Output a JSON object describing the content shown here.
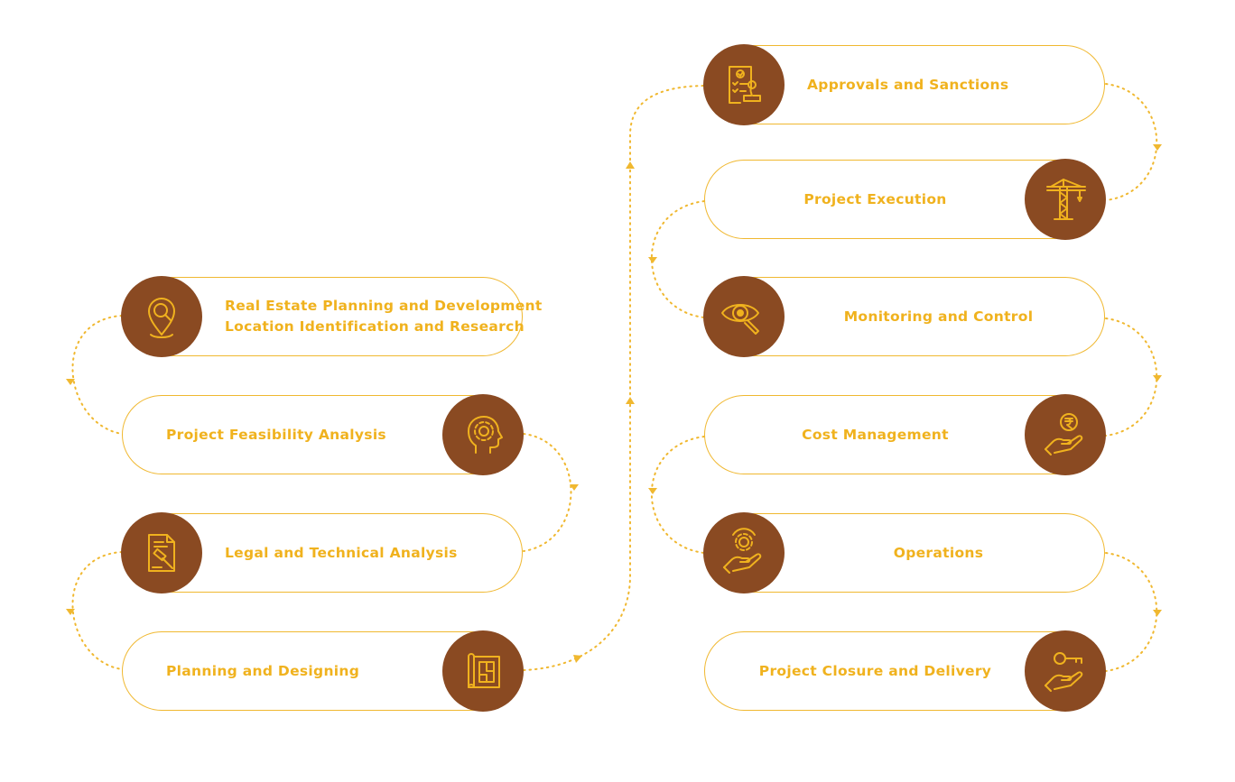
{
  "colors": {
    "accent": "#f0b21e",
    "circle": "#8a4a22",
    "line": "#f0b830"
  },
  "steps": [
    {
      "lines": [
        "Real Estate Planning and Development",
        "Location Identification and Research"
      ],
      "icon": "location-search-icon"
    },
    {
      "lines": [
        "Project Feasibility Analysis"
      ],
      "icon": "head-gear-icon"
    },
    {
      "lines": [
        "Legal and Technical Analysis"
      ],
      "icon": "legal-document-gavel-icon"
    },
    {
      "lines": [
        "Planning and Designing"
      ],
      "icon": "blueprint-icon"
    },
    {
      "lines": [
        "Approvals and Sanctions"
      ],
      "icon": "approval-stamp-icon"
    },
    {
      "lines": [
        "Project Execution"
      ],
      "icon": "tower-crane-icon"
    },
    {
      "lines": [
        "Monitoring and Control"
      ],
      "icon": "eye-magnifier-icon"
    },
    {
      "lines": [
        "Cost Management"
      ],
      "icon": "rupee-hand-icon"
    },
    {
      "lines": [
        "Operations"
      ],
      "icon": "gear-hand-icon"
    },
    {
      "lines": [
        "Project Closure and Delivery"
      ],
      "icon": "key-hand-icon"
    }
  ]
}
